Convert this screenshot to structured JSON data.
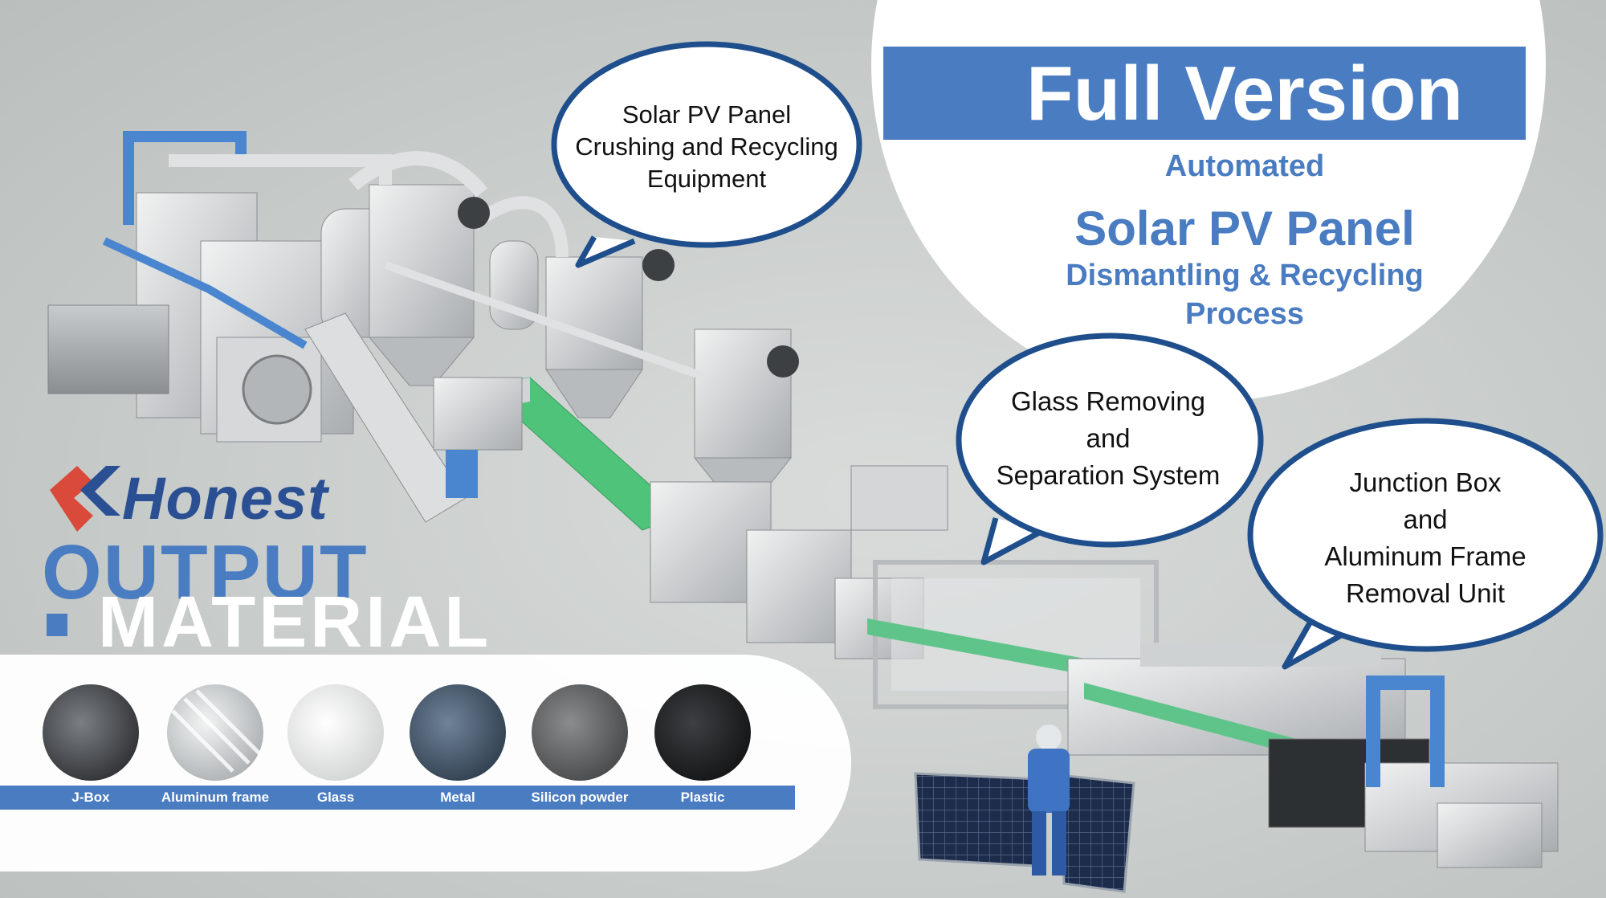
{
  "bubbles": {
    "crushing": [
      "Solar PV Panel",
      "Crushing and Recycling",
      "Equipment"
    ],
    "glass": [
      "Glass Removing",
      "and",
      "Separation System"
    ],
    "junction": [
      "Junction Box",
      "and",
      "Aluminum Frame",
      "Removal Unit"
    ]
  },
  "full_version": {
    "title": "Full Version",
    "automated": "Automated",
    "product": "Solar PV Panel",
    "process_line1": "Dismantling & Recycling",
    "process_line2": "Process"
  },
  "brand": {
    "name": "Honest"
  },
  "output": {
    "line1": "OUTPUT",
    "line2": "MATERIAL"
  },
  "materials": [
    {
      "label": "J-Box",
      "icon": "j-box-sample-icon"
    },
    {
      "label": "Aluminum frame",
      "icon": "aluminum-frame-sample-icon"
    },
    {
      "label": "Glass",
      "icon": "glass-sample-icon"
    },
    {
      "label": "Metal",
      "icon": "metal-sample-icon"
    },
    {
      "label": "Silicon powder",
      "icon": "silicon-powder-sample-icon"
    },
    {
      "label": "Plastic",
      "icon": "plastic-sample-icon"
    }
  ],
  "colors": {
    "accent_blue": "#4a7cc2",
    "brand_navy": "#2a4f93",
    "brand_red": "#d94a3a",
    "conveyor_green": "#4fc37a",
    "bubble_outline": "#1f4e8c"
  }
}
